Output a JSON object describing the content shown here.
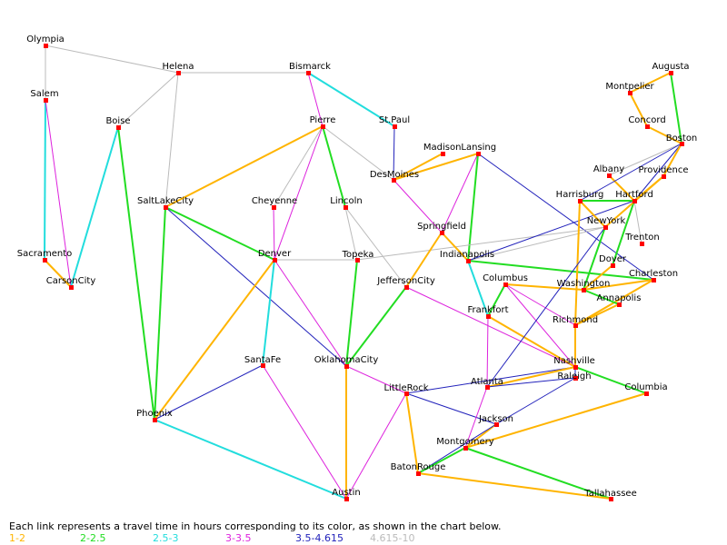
{
  "caption": "Each link represents a travel time in hours corresponding to its color, as shown in the chart below.",
  "legend": [
    {
      "label": "1-2",
      "color": "#ffb400"
    },
    {
      "label": "2-2.5",
      "color": "#22dd22"
    },
    {
      "label": "2.5-3",
      "color": "#22dddd"
    },
    {
      "label": "3-3.5",
      "color": "#dd22dd"
    },
    {
      "label": "3.5-4.615",
      "color": "#2222bb"
    },
    {
      "label": "4.615-10",
      "color": "#bbbbbb"
    }
  ],
  "cities": [
    {
      "name": "Olympia"
    },
    {
      "name": "Helena"
    },
    {
      "name": "Bismarck"
    },
    {
      "name": "Augusta"
    },
    {
      "name": "Montpelier"
    },
    {
      "name": "Salem"
    },
    {
      "name": "Boise"
    },
    {
      "name": "Pierre"
    },
    {
      "name": "St.Paul"
    },
    {
      "name": "Concord"
    },
    {
      "name": "Boston"
    },
    {
      "name": "MadisonLansing"
    },
    {
      "name": "DesMoines"
    },
    {
      "name": "Albany"
    },
    {
      "name": "Providence"
    },
    {
      "name": "SaltLakeCity"
    },
    {
      "name": "Cheyenne"
    },
    {
      "name": "Lincoln"
    },
    {
      "name": "Harrisburg"
    },
    {
      "name": "Hartford"
    },
    {
      "name": "Springfield"
    },
    {
      "name": "NewYork"
    },
    {
      "name": "Trenton"
    },
    {
      "name": "Sacramento"
    },
    {
      "name": "Denver"
    },
    {
      "name": "Topeka"
    },
    {
      "name": "Indianapolis"
    },
    {
      "name": "Dover"
    },
    {
      "name": "Charleston"
    },
    {
      "name": "CarsonCity"
    },
    {
      "name": "JeffersonCity"
    },
    {
      "name": "Columbus"
    },
    {
      "name": "Washington"
    },
    {
      "name": "Annapolis"
    },
    {
      "name": "Frankfort"
    },
    {
      "name": "Richmond"
    },
    {
      "name": "SantaFe"
    },
    {
      "name": "OklahomaCity"
    },
    {
      "name": "Nashville"
    },
    {
      "name": "Raleigh"
    },
    {
      "name": "LittleRock"
    },
    {
      "name": "Atlanta"
    },
    {
      "name": "Columbia"
    },
    {
      "name": "Phoenix"
    },
    {
      "name": "Jackson"
    },
    {
      "name": "Montgomery"
    },
    {
      "name": "BatonRouge"
    },
    {
      "name": "Tallahassee"
    },
    {
      "name": "Austin"
    }
  ],
  "links": [
    {
      "a": "Olympia",
      "b": "Helena",
      "cat": 5
    },
    {
      "a": "Olympia",
      "b": "Salem",
      "cat": 5
    },
    {
      "a": "Helena",
      "b": "Bismarck",
      "cat": 5
    },
    {
      "a": "Helena",
      "b": "Boise",
      "cat": 5
    },
    {
      "a": "Helena",
      "b": "SaltLakeCity",
      "cat": 5
    },
    {
      "a": "Bismarck",
      "b": "Pierre",
      "cat": 3
    },
    {
      "a": "Bismarck",
      "b": "St.Paul",
      "cat": 2
    },
    {
      "a": "Salem",
      "b": "Sacramento",
      "cat": 2
    },
    {
      "a": "Salem",
      "b": "CarsonCity",
      "cat": 3
    },
    {
      "a": "Boise",
      "b": "CarsonCity",
      "cat": 2
    },
    {
      "a": "Boise",
      "b": "Phoenix",
      "cat": 1
    },
    {
      "a": "Sacramento",
      "b": "CarsonCity",
      "cat": 0
    },
    {
      "a": "St.Paul",
      "b": "DesMoines",
      "cat": 4
    },
    {
      "a": "Pierre",
      "b": "SaltLakeCity",
      "cat": 0
    },
    {
      "a": "Pierre",
      "b": "Cheyenne",
      "cat": 5
    },
    {
      "a": "Pierre",
      "b": "Denver",
      "cat": 3
    },
    {
      "a": "Pierre",
      "b": "Lincoln",
      "cat": 1
    },
    {
      "a": "Pierre",
      "b": "DesMoines",
      "cat": 5
    },
    {
      "a": "MadisonLansing",
      "b": "DesMoines",
      "cat": 0
    },
    {
      "a": "MadisonLansing",
      "b": "Springfield",
      "cat": 3
    },
    {
      "a": "MadisonLansing",
      "b": "Indianapolis",
      "cat": 1
    },
    {
      "a": "MadisonLansing",
      "b": "Charleston",
      "cat": 4
    },
    {
      "a": "DesMoines",
      "b": "Springfield",
      "cat": 3
    },
    {
      "a": "SaltLakeCity",
      "b": "Denver",
      "cat": 1
    },
    {
      "a": "SaltLakeCity",
      "b": "Phoenix",
      "cat": 1
    },
    {
      "a": "SaltLakeCity",
      "b": "OklahomaCity",
      "cat": 4
    },
    {
      "a": "Cheyenne",
      "b": "Denver",
      "cat": 3
    },
    {
      "a": "Lincoln",
      "b": "Topeka",
      "cat": 5
    },
    {
      "a": "Lincoln",
      "b": "JeffersonCity",
      "cat": 5
    },
    {
      "a": "Denver",
      "b": "Topeka",
      "cat": 5
    },
    {
      "a": "Denver",
      "b": "SantaFe",
      "cat": 2
    },
    {
      "a": "Denver",
      "b": "Phoenix",
      "cat": 0
    },
    {
      "a": "Denver",
      "b": "OklahomaCity",
      "cat": 3
    },
    {
      "a": "Topeka",
      "b": "OklahomaCity",
      "cat": 1
    },
    {
      "a": "Topeka",
      "b": "NewYork",
      "cat": 5
    },
    {
      "a": "SantaFe",
      "b": "Phoenix",
      "cat": 4
    },
    {
      "a": "SantaFe",
      "b": "Austin",
      "cat": 3
    },
    {
      "a": "Phoenix",
      "b": "Austin",
      "cat": 2
    },
    {
      "a": "Springfield",
      "b": "Indianapolis",
      "cat": 0
    },
    {
      "a": "Springfield",
      "b": "JeffersonCity",
      "cat": 0
    },
    {
      "a": "JeffersonCity",
      "b": "OklahomaCity",
      "cat": 1
    },
    {
      "a": "JeffersonCity",
      "b": "Nashville",
      "cat": 3
    },
    {
      "a": "OklahomaCity",
      "b": "Austin",
      "cat": 0
    },
    {
      "a": "OklahomaCity",
      "b": "LittleRock",
      "cat": 3
    },
    {
      "a": "LittleRock",
      "b": "Austin",
      "cat": 3
    },
    {
      "a": "LittleRock",
      "b": "BatonRouge",
      "cat": 0
    },
    {
      "a": "LittleRock",
      "b": "Jackson",
      "cat": 4
    },
    {
      "a": "LittleRock",
      "b": "Nashville",
      "cat": 4
    },
    {
      "a": "Indianapolis",
      "b": "Frankfort",
      "cat": 2
    },
    {
      "a": "Indianapolis",
      "b": "Charleston",
      "cat": 1
    },
    {
      "a": "Indianapolis",
      "b": "NewYork",
      "cat": 5
    },
    {
      "a": "Indianapolis",
      "b": "Hartford",
      "cat": 4
    },
    {
      "a": "Columbus",
      "b": "Frankfort",
      "cat": 1
    },
    {
      "a": "Columbus",
      "b": "Washington",
      "cat": 0
    },
    {
      "a": "Columbus",
      "b": "Richmond",
      "cat": 3
    },
    {
      "a": "Columbus",
      "b": "Nashville",
      "cat": 3
    },
    {
      "a": "Frankfort",
      "b": "Nashville",
      "cat": 0
    },
    {
      "a": "Frankfort",
      "b": "Atlanta",
      "cat": 3
    },
    {
      "a": "Charleston",
      "b": "Washington",
      "cat": 0
    },
    {
      "a": "Charleston",
      "b": "Richmond",
      "cat": 0
    },
    {
      "a": "Harrisburg",
      "b": "Hartford",
      "cat": 1
    },
    {
      "a": "Harrisburg",
      "b": "NewYork",
      "cat": 0
    },
    {
      "a": "Harrisburg",
      "b": "Richmond",
      "cat": 0
    },
    {
      "a": "Hartford",
      "b": "Boston",
      "cat": 4
    },
    {
      "a": "Hartford",
      "b": "Providence",
      "cat": 0
    },
    {
      "a": "Hartford",
      "b": "Albany",
      "cat": 0
    },
    {
      "a": "Hartford",
      "b": "Trenton",
      "cat": 5
    },
    {
      "a": "Hartford",
      "b": "Dover",
      "cat": 1
    },
    {
      "a": "Boston",
      "b": "Augusta",
      "cat": 1
    },
    {
      "a": "Boston",
      "b": "Concord",
      "cat": 0
    },
    {
      "a": "Boston",
      "b": "Providence",
      "cat": 0
    },
    {
      "a": "Boston",
      "b": "Albany",
      "cat": 5
    },
    {
      "a": "Boston",
      "b": "Harrisburg",
      "cat": 4
    },
    {
      "a": "Augusta",
      "b": "Montpelier",
      "cat": 0
    },
    {
      "a": "Montpelier",
      "b": "Concord",
      "cat": 0
    },
    {
      "a": "NewYork",
      "b": "Washington",
      "cat": 1
    },
    {
      "a": "NewYork",
      "b": "Atlanta",
      "cat": 4
    },
    {
      "a": "NewYork",
      "b": "Providence",
      "cat": 0
    },
    {
      "a": "Washington",
      "b": "Annapolis",
      "cat": 1
    },
    {
      "a": "Washington",
      "b": "Dover",
      "cat": 0
    },
    {
      "a": "Richmond",
      "b": "Annapolis",
      "cat": 0
    },
    {
      "a": "Richmond",
      "b": "Nashville",
      "cat": 0
    },
    {
      "a": "Nashville",
      "b": "Atlanta",
      "cat": 0
    },
    {
      "a": "Nashville",
      "b": "Columbia",
      "cat": 1
    },
    {
      "a": "Nashville",
      "b": "Raleigh",
      "cat": 4
    },
    {
      "a": "Raleigh",
      "b": "Atlanta",
      "cat": 4
    },
    {
      "a": "Raleigh",
      "b": "Jackson",
      "cat": 4
    },
    {
      "a": "Atlanta",
      "b": "Montgomery",
      "cat": 3
    },
    {
      "a": "Columbia",
      "b": "Montgomery",
      "cat": 0
    },
    {
      "a": "Jackson",
      "b": "Montgomery",
      "cat": 0
    },
    {
      "a": "Jackson",
      "b": "BatonRouge",
      "cat": 4
    },
    {
      "a": "Montgomery",
      "b": "BatonRouge",
      "cat": 1
    },
    {
      "a": "Montgomery",
      "b": "Tallahassee",
      "cat": 1
    },
    {
      "a": "BatonRouge",
      "b": "Tallahassee",
      "cat": 0
    }
  ]
}
